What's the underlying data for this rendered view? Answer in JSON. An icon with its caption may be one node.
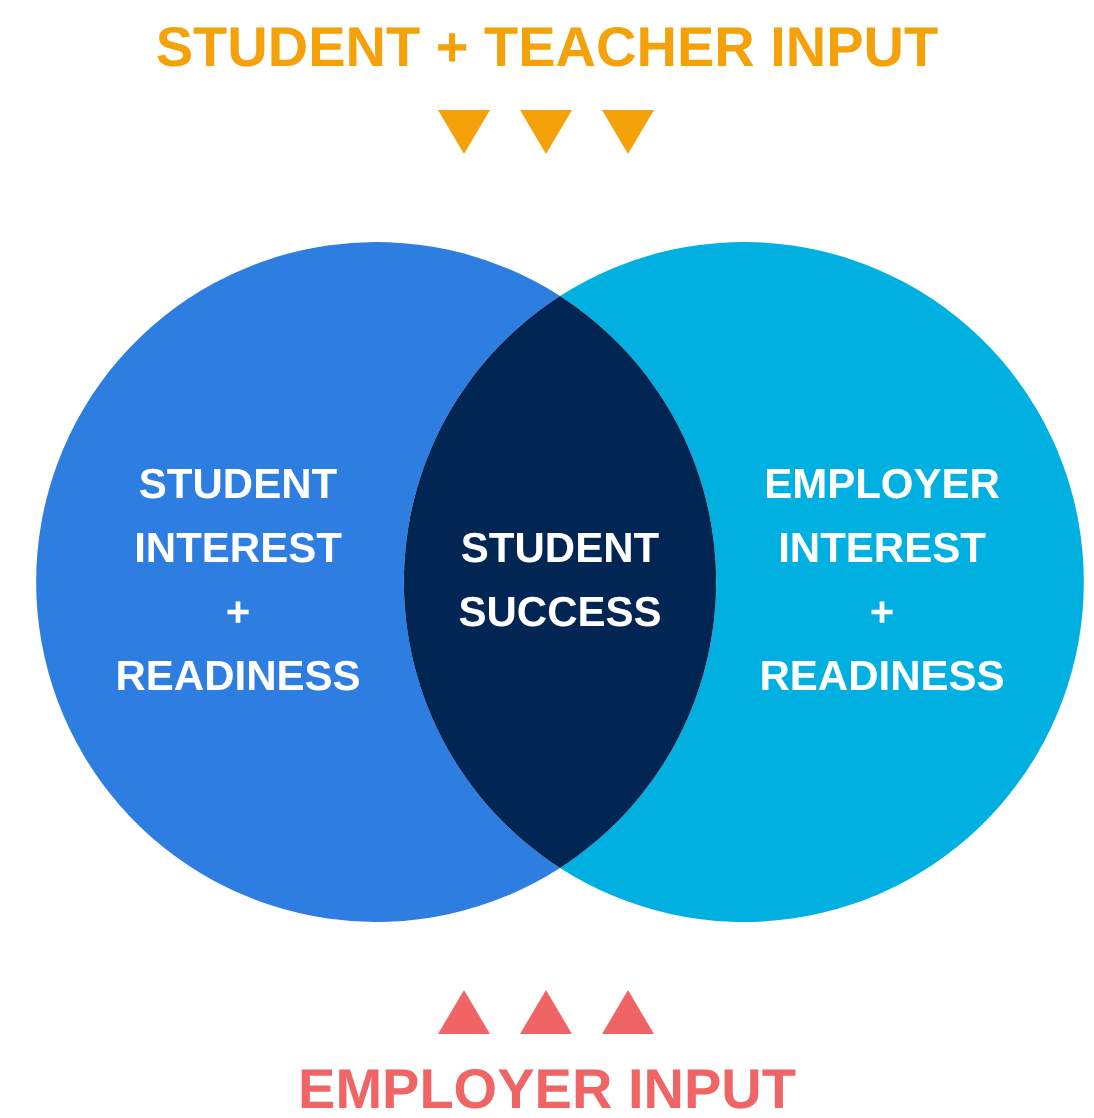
{
  "diagram": {
    "nodes": [
      {
        "text": [
          "STUDENT INTEREST + READINESS"
        ]
      },
      {
        "text": [
          "EMPLOYER INTEREST + READINESS"
        ]
      },
      {
        "text": [
          "STUDENT SUCCESS"
        ]
      }
    ],
    "labels": [
      "STUDENT + TEACHER INPUT",
      "EMPLOYER INPUT"
    ]
  }
}
